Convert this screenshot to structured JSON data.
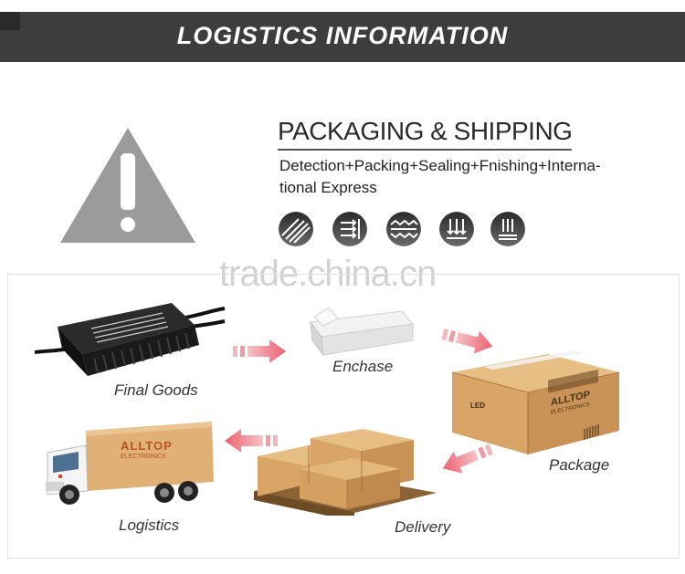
{
  "header": {
    "title": "LOGISTICS INFORMATION"
  },
  "packaging": {
    "title": "PACKAGING & SHIPPING",
    "description_line1": "Detection+Packing+Sealing+Fnishing+Interna-",
    "description_line2": "tional Express",
    "icons": [
      "stripes-icon",
      "arrows-right-icon",
      "zigzag-icon",
      "arrows-down-icon",
      "bars-icon"
    ]
  },
  "watermark": "trade.china.cn",
  "steps": {
    "final_goods": "Final Goods",
    "enchase": "Enchase",
    "package": "Package",
    "delivery": "Delivery",
    "logistics": "Logistics"
  },
  "brand": {
    "name": "ALLTOP",
    "sub": "ELECTRONICS",
    "led": "LED"
  },
  "colors": {
    "banner": "#3d3d3d",
    "arrow": "#ef6a78",
    "box": "#d9a566",
    "warning": "#9b9b9b"
  }
}
